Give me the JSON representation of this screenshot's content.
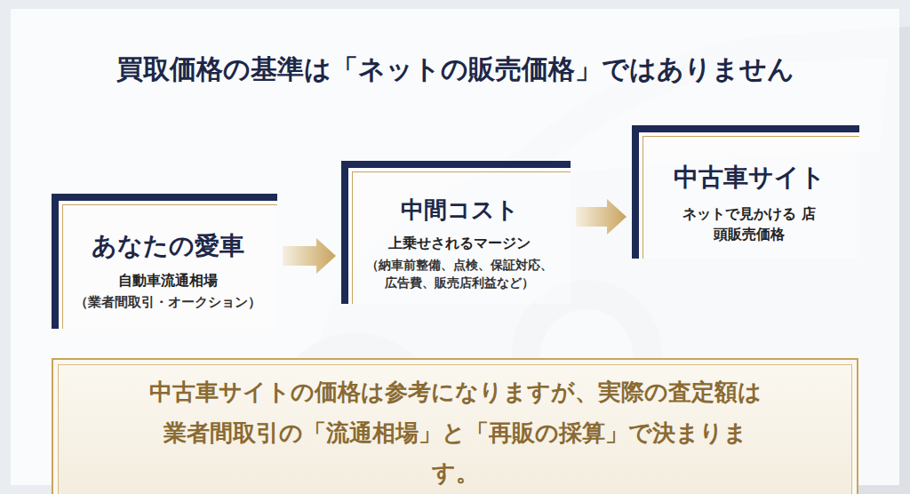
{
  "diagram": {
    "title": "買取価格の基準は「ネットの販売価格」ではありません",
    "nodes": [
      {
        "text": [
          "あなたの愛車",
          "自動車流通相場",
          "（業者間取引・オークション）"
        ]
      },
      {
        "text": [
          "中間コスト",
          "上乗せされるマージン",
          "（納車前整備、点検、保証対応、 広告費、販売店利益など）"
        ]
      },
      {
        "text": [
          "中古車サイト",
          "ネットで見かける 店頭販売価格"
        ]
      },
      {
        "text": [
          "中古車サイトの価格は参考になりますが、実際の査定額は 業者間取引の「流通相場」と「再販の採算」で決まります。"
        ]
      }
    ],
    "edges": [
      {
        "from": 0,
        "to": 1,
        "arrow": "to"
      },
      {
        "from": 1,
        "to": 2,
        "arrow": "to"
      }
    ]
  }
}
